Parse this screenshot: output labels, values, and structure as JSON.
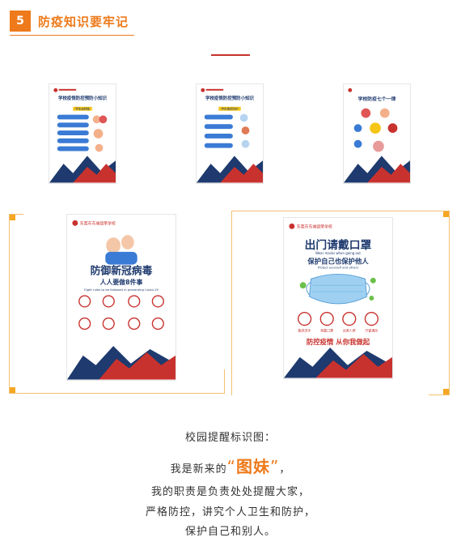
{
  "header": {
    "badge": "5",
    "title": "防疫知识要牢记"
  },
  "posters": {
    "p1": {
      "title": "学校疫情防控预防小知识",
      "sub": "学生这样做"
    },
    "p2": {
      "title": "学校疫情防控预防小知识",
      "sub": "学生做好防护"
    },
    "p3": {
      "title": "学校防疫七个一律"
    },
    "p4": {
      "school": "东莞市东城德荣学校",
      "title": "防御新冠病毒",
      "subtitle": "人人要做8件事",
      "english": "Eight rules to be followed in preventing Covid-19"
    },
    "p5": {
      "school": "东莞市东城德荣学校",
      "title": "出门请戴口罩",
      "english1": "Wear masks when going out",
      "subtitle": "保护自己也保护他人",
      "english2": "Protect yourself and others",
      "icons": [
        "勤洗洗手",
        "佩戴口罩",
        "远离人群",
        "开窗通风"
      ],
      "slogan": "防控疫情 从你我做起"
    }
  },
  "caption": {
    "line1": "校园提醒标识图：",
    "line2_pre": "我是新来的",
    "line2_quote_open": "“",
    "line2_highlight": "图妹",
    "line2_quote_close": "”",
    "line2_post": "，",
    "line3": "我的职责是负责处处提醒大家，",
    "line4": "严格防控，讲究个人卫生和防护，",
    "line5": "保护自己和别人。"
  },
  "colors": {
    "accent": "#ee7a1b",
    "red": "#c8322e",
    "navy": "#1e3a6e",
    "frame": "#f5a623"
  }
}
